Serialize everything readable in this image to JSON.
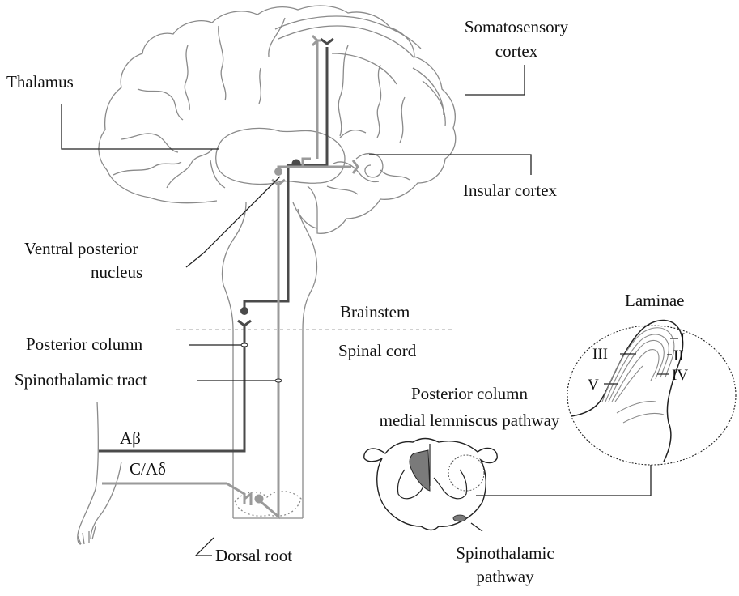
{
  "labels": {
    "somatosensory_cortex_line1": "Somatosensory",
    "somatosensory_cortex_line2": "cortex",
    "thalamus": "Thalamus",
    "insular_cortex": "Insular cortex",
    "ventral_posterior_line1": "Ventral posterior",
    "ventral_posterior_line2": "nucleus",
    "brainstem": "Brainstem",
    "spinal_cord": "Spinal cord",
    "posterior_column": "Posterior column",
    "spinothalamic_tract": "Spinothalamic tract",
    "a_beta": "Aβ",
    "c_a_delta": "C/Aδ",
    "dorsal_root": "Dorsal root",
    "dcml_line1": "Posterior column",
    "dcml_line2": "medial lemniscus pathway",
    "spinothalamic_pathway_line1": "Spinothalamic",
    "spinothalamic_pathway_line2": "pathway",
    "laminae": "Laminae",
    "lamina_I": "I",
    "lamina_II": "II",
    "lamina_III": "III",
    "lamina_IV": "IV",
    "lamina_V": "V"
  },
  "colors": {
    "dark_pathway": "#4a4a4a",
    "light_pathway": "#9a9a9a",
    "outline": "#8a8a8a",
    "leader": "#222222",
    "dcml_fill": "#7a7a7a"
  }
}
